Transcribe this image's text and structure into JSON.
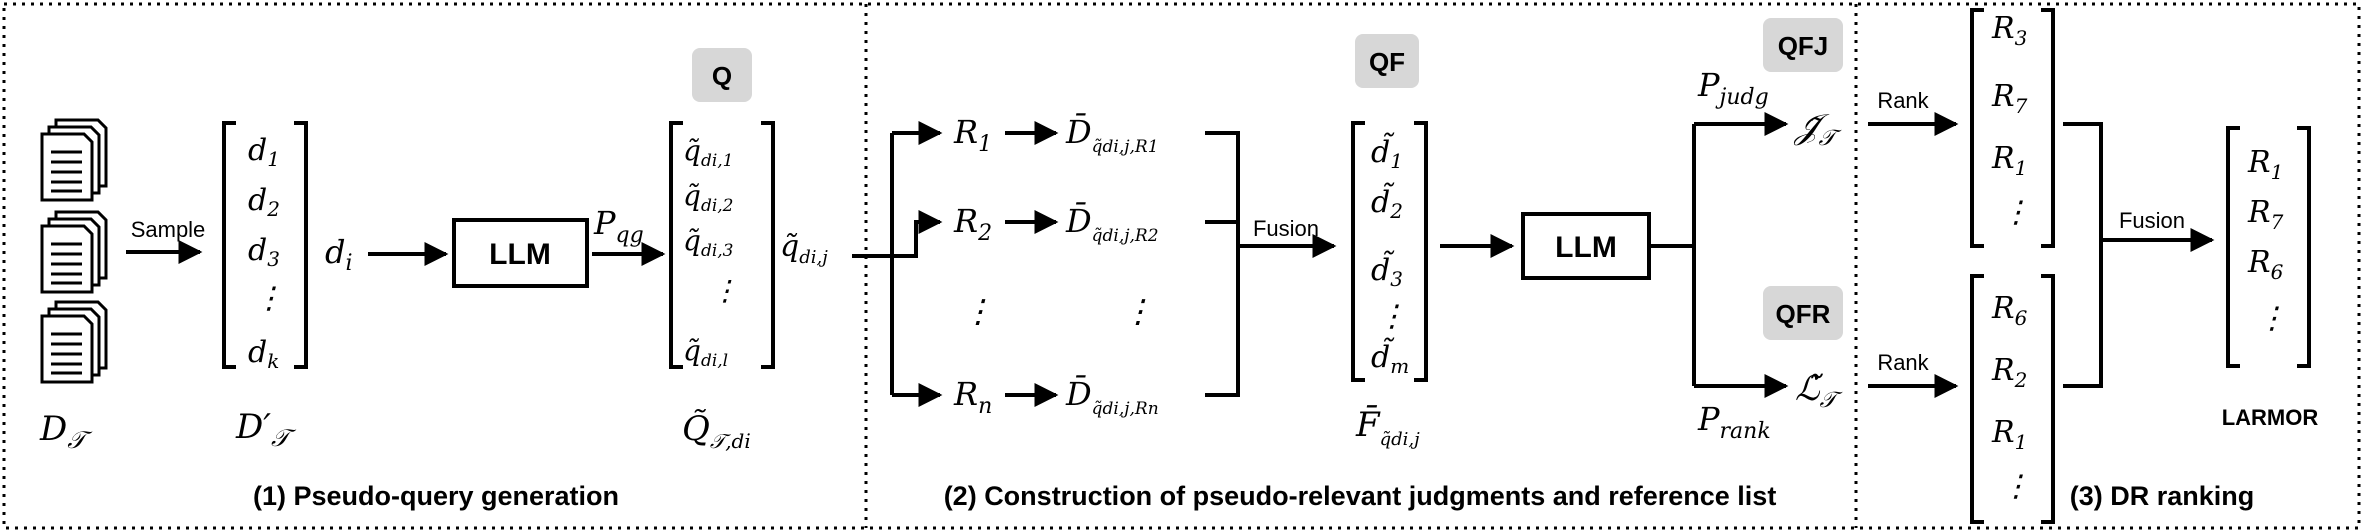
{
  "sections": {
    "s1_title": "(1) Pseudo-query generation",
    "s2_title": "(2) Construction of pseudo-relevant judgments and reference list",
    "s3_title": "(3) DR ranking"
  },
  "badges": {
    "q": "Q",
    "qf": "QF",
    "qfj": "QFJ",
    "qfr": "QFR"
  },
  "labels": {
    "sample": "Sample",
    "llm": "LLM",
    "fusion": "Fusion",
    "rank": "Rank",
    "larmor": "LARMOR"
  },
  "math": {
    "d_t": "D",
    "d_t_sub": "𝒯",
    "d_prime": "D′",
    "d_list": [
      "d",
      "d",
      "d",
      "⋮",
      "d"
    ],
    "d_list_sub": [
      "1",
      "2",
      "3",
      "",
      "k"
    ],
    "d_i": "d",
    "d_i_sub": "i",
    "p_qg": "P",
    "p_qg_sub": "qg",
    "q_list": [
      "q̃",
      "q̃",
      "q̃",
      "⋮",
      "q̃"
    ],
    "q_list_sub": [
      "di,1",
      "di,2",
      "di,3",
      "",
      "di,l"
    ],
    "q_set": "Q̃",
    "q_set_sub": "𝒯,di",
    "q_dij": "q̃",
    "q_dij_sub": "di,j",
    "retrievers": [
      "R",
      "R",
      "⋮",
      "R"
    ],
    "retrievers_sub": [
      "1",
      "2",
      "",
      "n"
    ],
    "dbar": [
      "D̄",
      "D̄",
      "⋮",
      "D̄"
    ],
    "dbar_sub": [
      "q̃di,j,R1",
      "q̃di,j,R2",
      "",
      "q̃di,j,Rn"
    ],
    "fused": [
      "d̃",
      "d̃",
      "d̃",
      "⋮",
      "d̃"
    ],
    "fused_sub": [
      "1",
      "2",
      "3",
      "",
      "m"
    ],
    "fbar": "F̄",
    "fbar_sub": "q̃di,j",
    "p_judg": "P",
    "p_judg_sub": "judg",
    "p_rank": "P",
    "p_rank_sub": "rank",
    "j_t": "𝒥̃",
    "j_t_sub": "𝒯",
    "l_t": "ℒ̃",
    "l_t_sub": "𝒯",
    "rank_top": [
      "R",
      "R",
      "R",
      "⋮"
    ],
    "rank_top_sub": [
      "3",
      "7",
      "1",
      ""
    ],
    "rank_bottom": [
      "R",
      "R",
      "R",
      "⋮"
    ],
    "rank_bottom_sub": [
      "6",
      "2",
      "1",
      ""
    ],
    "final": [
      "R",
      "R",
      "R",
      "⋮"
    ],
    "final_sub": [
      "1",
      "7",
      "6",
      ""
    ]
  }
}
